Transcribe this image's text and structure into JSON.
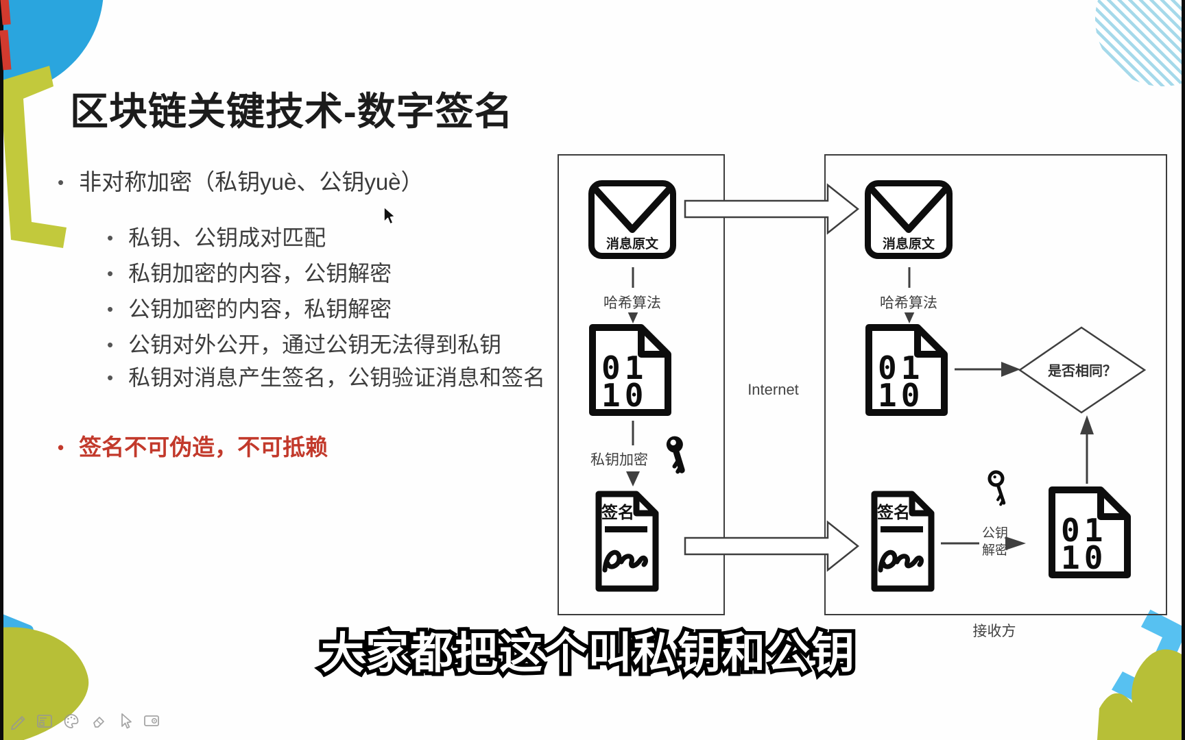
{
  "title": "区块链关键技术-数字签名",
  "bullets": {
    "main": "非对称加密（私钥yuè、公钥yuè）",
    "subs": [
      "私钥、公钥成对匹配",
      "私钥加密的内容，公钥解密",
      "公钥加密的内容，私钥解密",
      "公钥对外公开，通过公钥无法得到私钥",
      "私钥对消息产生签名，公钥验证消息和签名"
    ],
    "highlight": "签名不可伪造，不可抵赖"
  },
  "diagram": {
    "sender": {
      "message_label": "消息原文",
      "hash_label": "哈希算法",
      "encrypt_label": "私钥加密",
      "signature_label": "签名"
    },
    "network": {
      "internet_label": "Internet"
    },
    "receiver": {
      "message_label": "消息原文",
      "hash_label": "哈希算法",
      "signature_label": "签名",
      "decrypt_line1": "公钥",
      "decrypt_line2": "解密",
      "compare_label": "是否相同？",
      "receiver_label": "接收方"
    },
    "binary": {
      "line1": "01",
      "line2": "10"
    }
  },
  "subtitle": "大家都把这个叫私钥和公钥",
  "toolbar": {
    "icons": [
      "pencil",
      "whiteboard",
      "palette",
      "eraser",
      "cursor",
      "screen-share"
    ]
  },
  "colors": {
    "accent_blue": "#2aa5de",
    "accent_sky": "#57c1f1",
    "accent_green": "#b9c038",
    "accent_teal_stripe": "#a5d9ea",
    "accent_red": "#d23a2e",
    "highlight_text": "#c2392b",
    "diagram_ink": "#111111"
  }
}
